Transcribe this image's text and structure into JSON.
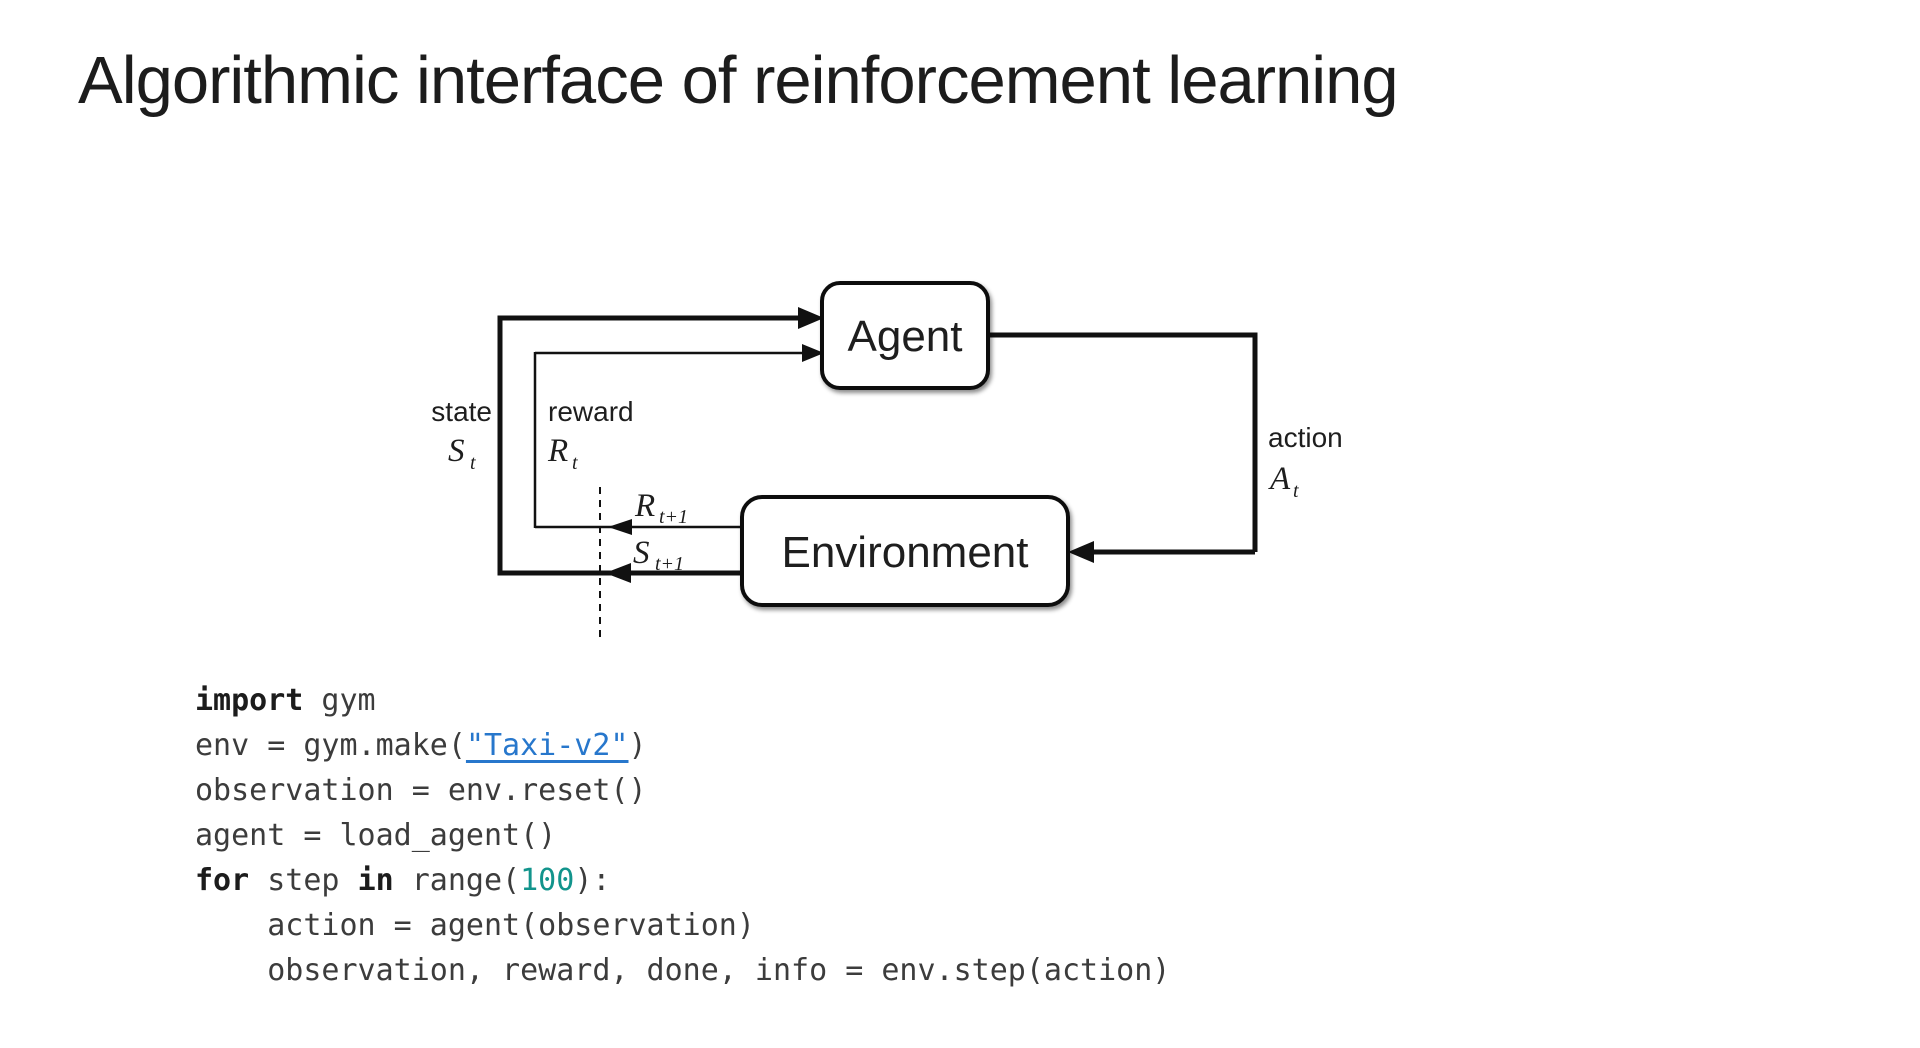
{
  "slide": {
    "title": "Algorithmic interface of reinforcement learning"
  },
  "diagram": {
    "agent_box_label": "Agent",
    "environment_box_label": "Environment",
    "state_label": "state",
    "state_symbol": {
      "base": "S",
      "sub": "t"
    },
    "reward_label": "reward",
    "reward_symbol": {
      "base": "R",
      "sub": "t"
    },
    "action_label": "action",
    "action_symbol": {
      "base": "A",
      "sub": "t"
    },
    "next_reward_symbol": {
      "base": "R",
      "sub": "t+1"
    },
    "next_state_symbol": {
      "base": "S",
      "sub": "t+1"
    }
  },
  "code": {
    "lines": [
      [
        {
          "t": "import",
          "s": "kw"
        },
        {
          "t": " gym",
          "s": "p"
        }
      ],
      [
        {
          "t": "env = gym.make(",
          "s": "p"
        },
        {
          "t": "\"Taxi-v2\"",
          "s": "link"
        },
        {
          "t": ")",
          "s": "p"
        }
      ],
      [
        {
          "t": "observation = env.reset()",
          "s": "p"
        }
      ],
      [
        {
          "t": "agent = load_agent()",
          "s": "p"
        }
      ],
      [
        {
          "t": "for",
          "s": "kw"
        },
        {
          "t": " step ",
          "s": "p"
        },
        {
          "t": "in",
          "s": "kw"
        },
        {
          "t": " range(",
          "s": "p"
        },
        {
          "t": "100",
          "s": "num"
        },
        {
          "t": "):",
          "s": "p"
        }
      ],
      [
        {
          "t": "    action = agent(observation)",
          "s": "p"
        }
      ],
      [
        {
          "t": "    observation, reward, done, info = env.step(action)",
          "s": "p"
        }
      ]
    ]
  },
  "colors": {
    "diagram_line": "#111111",
    "code_plain": "#3c3c3c",
    "code_keyword": "#1c1c1c",
    "code_link_blue": "#2777cc",
    "code_number_teal": "#12948c",
    "title_text": "#1c1c1c"
  }
}
